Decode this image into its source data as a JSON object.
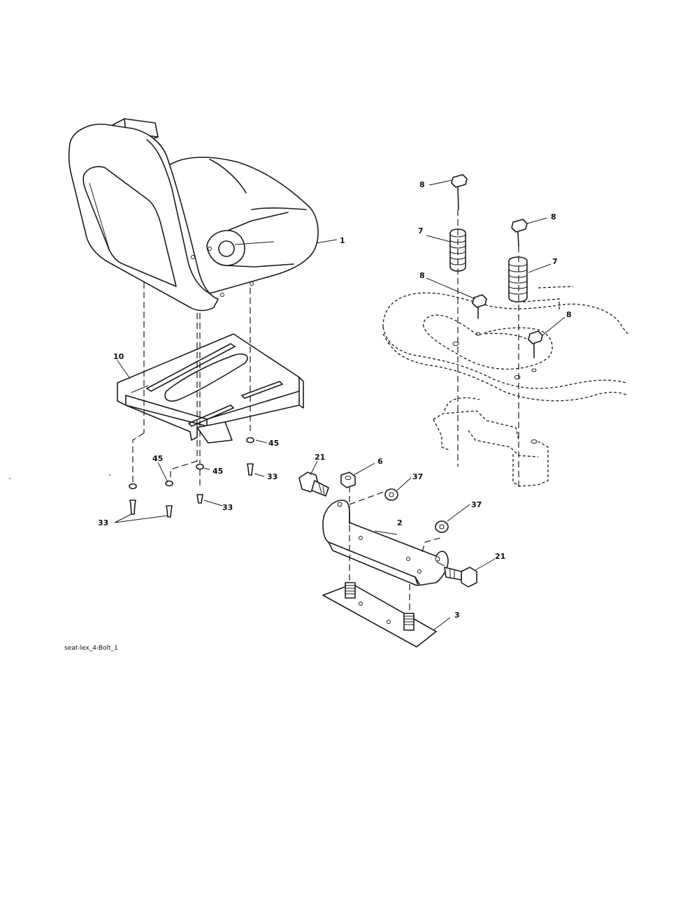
{
  "diagram": {
    "caption": "seat-lex_4-Bolt_1",
    "callouts": [
      {
        "id": "c1",
        "text": "1"
      },
      {
        "id": "c10",
        "text": "10"
      },
      {
        "id": "c45a",
        "text": "45"
      },
      {
        "id": "c45b",
        "text": "45"
      },
      {
        "id": "c45c",
        "text": "45"
      },
      {
        "id": "c33a",
        "text": "33"
      },
      {
        "id": "c33b",
        "text": "33"
      },
      {
        "id": "c33c",
        "text": "33"
      },
      {
        "id": "c21a",
        "text": "21"
      },
      {
        "id": "c6",
        "text": "6"
      },
      {
        "id": "c37a",
        "text": "37"
      },
      {
        "id": "c2",
        "text": "2"
      },
      {
        "id": "c37b",
        "text": "37"
      },
      {
        "id": "c21b",
        "text": "21"
      },
      {
        "id": "c3",
        "text": "3"
      },
      {
        "id": "c8a",
        "text": "8"
      },
      {
        "id": "c8b",
        "text": "8"
      },
      {
        "id": "c7a",
        "text": "7"
      },
      {
        "id": "c7b",
        "text": "7"
      },
      {
        "id": "c8c",
        "text": "8"
      },
      {
        "id": "c8d",
        "text": "8"
      }
    ]
  }
}
